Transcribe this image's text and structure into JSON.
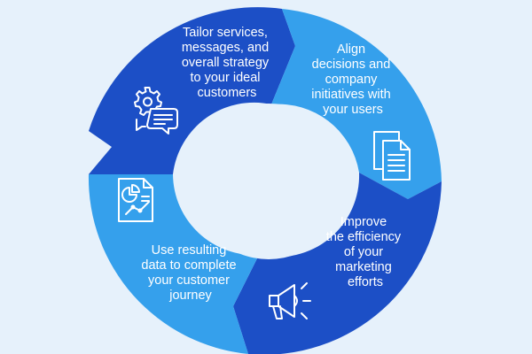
{
  "colors": {
    "background": "#e6f1fb",
    "segment_top_left": "#1c4fc6",
    "segment_right": "#35a0ec",
    "segment_bottom_right": "#1c4fc6",
    "segment_left": "#35a0ec",
    "center": "#e6f1fb",
    "text": "#ffffff"
  },
  "cycle": {
    "segments": [
      {
        "position": "top-left",
        "icon": "gear-chat-icon",
        "lines": [
          "Tailor services,",
          "messages, and",
          "overall strategy",
          "to your ideal",
          "customers"
        ]
      },
      {
        "position": "right",
        "icon": "documents-icon",
        "lines": [
          "Align",
          "decisions and",
          "company",
          "initiatives with",
          "your users"
        ]
      },
      {
        "position": "bottom-right",
        "icon": "megaphone-icon",
        "lines": [
          "Improve",
          "the efficiency",
          "of your",
          "marketing",
          "efforts"
        ]
      },
      {
        "position": "left",
        "icon": "report-chart-icon",
        "lines": [
          "Use resulting",
          "data to complete",
          "your customer",
          "journey"
        ]
      }
    ]
  }
}
